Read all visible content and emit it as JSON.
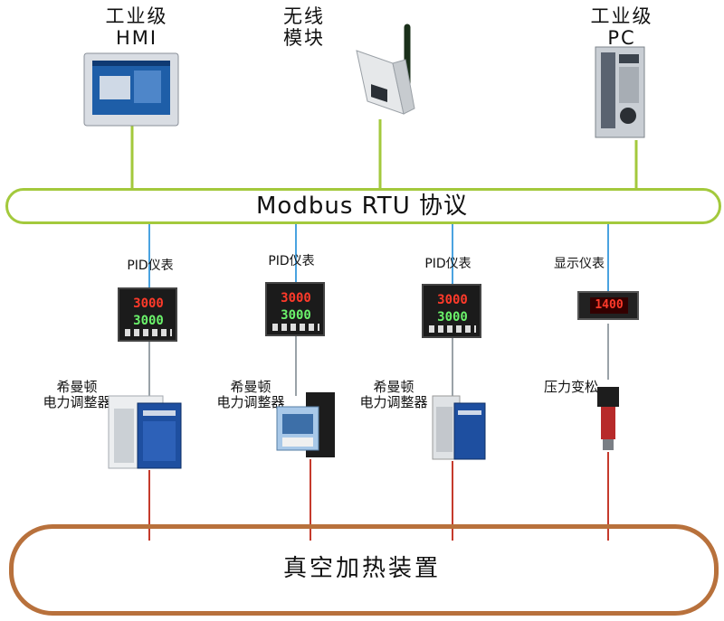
{
  "top_devices": [
    {
      "label": "工业级\nHMI"
    },
    {
      "label": "无线\n模块"
    },
    {
      "label": "工业级\nPC"
    }
  ],
  "bus": {
    "label": "Modbus RTU  协议",
    "color": "#a3c93c"
  },
  "instruments": [
    {
      "label": "PID仪表",
      "display_top": "3000",
      "display_bottom": "3000"
    },
    {
      "label": "PID仪表",
      "display_top": "3000",
      "display_bottom": "3000"
    },
    {
      "label": "PID仪表",
      "display_top": "3000",
      "display_bottom": "3000"
    },
    {
      "label": "显示仪表",
      "display_top": "1400"
    }
  ],
  "field_devices": [
    {
      "label": "希曼顿\n电力调整器"
    },
    {
      "label": "希曼顿\n电力调整器"
    },
    {
      "label": "希曼顿\n电力调整器"
    },
    {
      "label": "压力变松"
    }
  ],
  "vessel": {
    "label": "真空加热装置",
    "color": "#b8713c"
  },
  "colors": {
    "comm_line": "#4aa3e0",
    "control_line": "#9aa2a8",
    "power_line": "#c53a2c"
  }
}
